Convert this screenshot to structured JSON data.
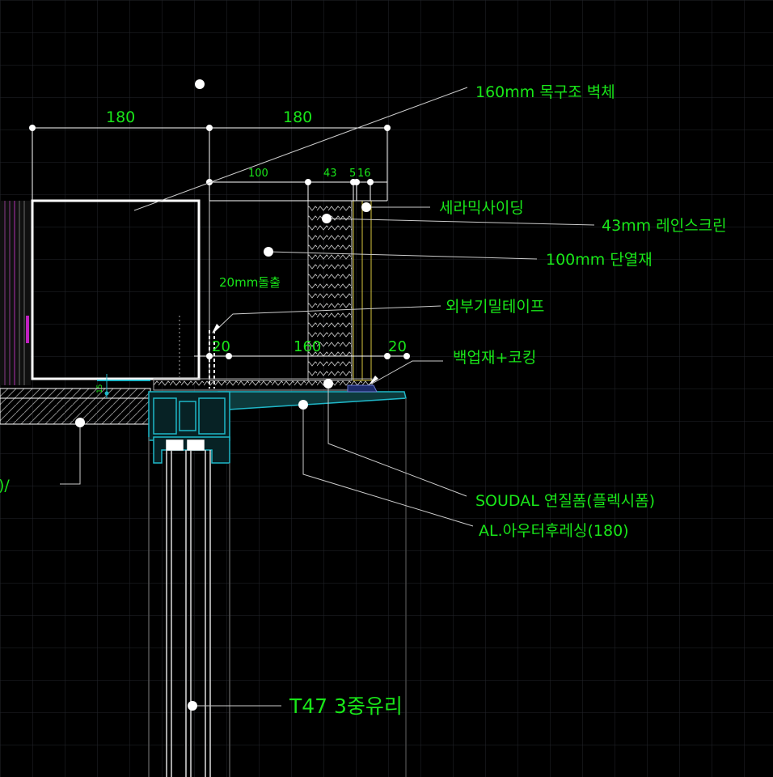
{
  "drawing": {
    "title": "Window head / jamb detail (CAD section)",
    "line_color": "#ffffff",
    "text_color": "#19e619",
    "grid_color": "#2a2d33",
    "accent_cyan": "#1fb7c8",
    "accent_magenta": "#c020c0"
  },
  "dimensions": {
    "top_left": "180",
    "top_right": "180",
    "sub_100": "100",
    "sub_43": "43",
    "sub_5": "5",
    "sub_16": "16",
    "bottom_20_left": "20",
    "bottom_160": "160",
    "bottom_20_right": "20",
    "protrusion": "20mm돌출",
    "small_15": "15"
  },
  "labels": {
    "wood_wall": "160mm 목구조 벽체",
    "ceramic_siding": "세라믹사이딩",
    "rainscreen": "43mm 레인스크린",
    "insulation": "100mm 단열재",
    "airtight_tape": "외부기밀테이프",
    "backup_caulking": "백업재+코킹",
    "soudal_foam": "SOUDAL 연질폼(플렉시폼)",
    "al_outer_frame": "AL.아우터후레싱(180)",
    "glass": "T47 3중유리",
    "cut_left": ")/"
  }
}
